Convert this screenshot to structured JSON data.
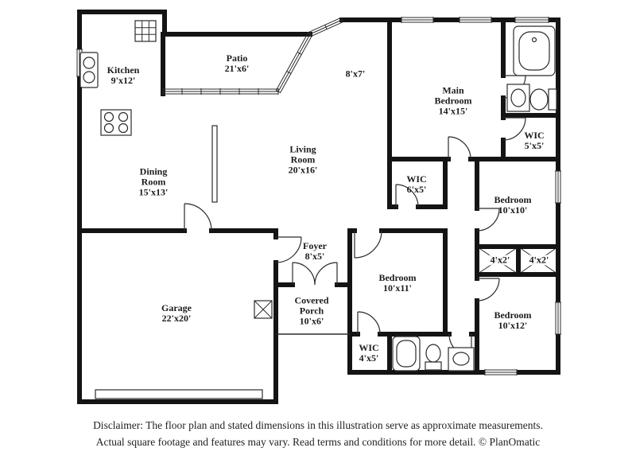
{
  "floorplan": {
    "rooms": [
      {
        "id": "kitchen",
        "name": "Kitchen",
        "dims": "9'x12'"
      },
      {
        "id": "patio",
        "name": "Patio",
        "dims": "21'x6'"
      },
      {
        "id": "nook",
        "name": "",
        "dims": "8'x7'"
      },
      {
        "id": "main-bedroom",
        "name": "Main Bedroom",
        "dims": "14'x15'"
      },
      {
        "id": "wic-5x5",
        "name": "WIC",
        "dims": "5'x5'"
      },
      {
        "id": "dining-room",
        "name": "Dining Room",
        "dims": "15'x13'"
      },
      {
        "id": "living-room",
        "name": "Living Room",
        "dims": "20'x16'"
      },
      {
        "id": "wic-6x5",
        "name": "WIC",
        "dims": "6'x5'"
      },
      {
        "id": "bedroom-10x10",
        "name": "Bedroom",
        "dims": "10'x10'"
      },
      {
        "id": "foyer",
        "name": "Foyer",
        "dims": "8'x5'"
      },
      {
        "id": "closet-a",
        "name": "",
        "dims": "4'x2'"
      },
      {
        "id": "closet-b",
        "name": "",
        "dims": "4'x2'"
      },
      {
        "id": "bedroom-10x11",
        "name": "Bedroom",
        "dims": "10'x11'"
      },
      {
        "id": "garage",
        "name": "Garage",
        "dims": "22'x20'"
      },
      {
        "id": "covered-porch",
        "name": "Covered Porch",
        "dims": "10'x6'"
      },
      {
        "id": "wic-4x5",
        "name": "WIC",
        "dims": "4'x5'"
      },
      {
        "id": "bedroom-10x12",
        "name": "Bedroom",
        "dims": "10'x12'"
      }
    ],
    "colors": {
      "wall": "#141414",
      "line": "#2b2b2b",
      "text": "#1c1c1c"
    }
  },
  "disclaimer": {
    "line1": "Disclaimer: The floor plan and stated dimensions in this illustration serve as approximate measurements.",
    "line2": "Actual square footage and features may vary. Read terms and conditions for more detail. © PlanOmatic"
  }
}
